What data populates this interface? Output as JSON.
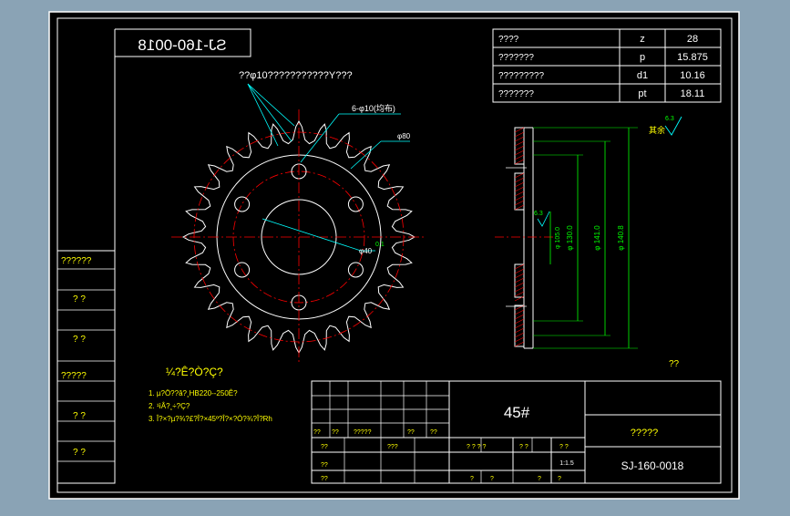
{
  "drawing_number_mirrored": "SJ-160-0018",
  "params": [
    {
      "label": "????",
      "symbol": "z",
      "value": "28"
    },
    {
      "label": "???????",
      "symbol": "p",
      "value": "15.875"
    },
    {
      "label": "?????????",
      "symbol": "d1",
      "value": "10.16"
    },
    {
      "label": "???????",
      "symbol": "pt",
      "value": "18.11"
    }
  ],
  "front_view": {
    "hole_note": "??φ10???????????Y???",
    "hole_pattern": "6-φ10(均布)",
    "dia_label": "φ80",
    "inner_dia_label": "φ40",
    "tol_label": "0.1"
  },
  "side_view": {
    "roughness_value": "6.3",
    "roughness_label": "其余",
    "small_roughness": "6.3",
    "dims": [
      "φ 140.8",
      "φ 141.0",
      "φ 130.0",
      "φ 105.0"
    ],
    "note": "??"
  },
  "left_strip": [
    "??????",
    "? ?",
    "? ?",
    "?????",
    "? ?",
    "? ?"
  ],
  "tech_notes": {
    "title": "¼?Ê?Ò?Ç?",
    "lines": [
      "1. µ?Ö??â?¸HB220--250Ê?",
      "2. ¹ìÂ?¸÷?Ç?",
      "3. Î?×?µ?¾?£?Î?×45º?Î?×?Ó?¾?Î?Rh"
    ]
  },
  "title_block": {
    "material": "45#",
    "part_name": "?????",
    "drawing_no": "SJ-160-0018",
    "scale": "1:1.5",
    "row_labels_left": [
      "??",
      "??",
      "?????",
      "??",
      "??"
    ],
    "sig_labels": [
      "??",
      "???",
      "??",
      "??"
    ],
    "mid_labels": [
      "? ? ? ?",
      "? ?",
      "? ?"
    ],
    "bottom_labels": [
      "?",
      "?",
      "?",
      "?"
    ]
  }
}
